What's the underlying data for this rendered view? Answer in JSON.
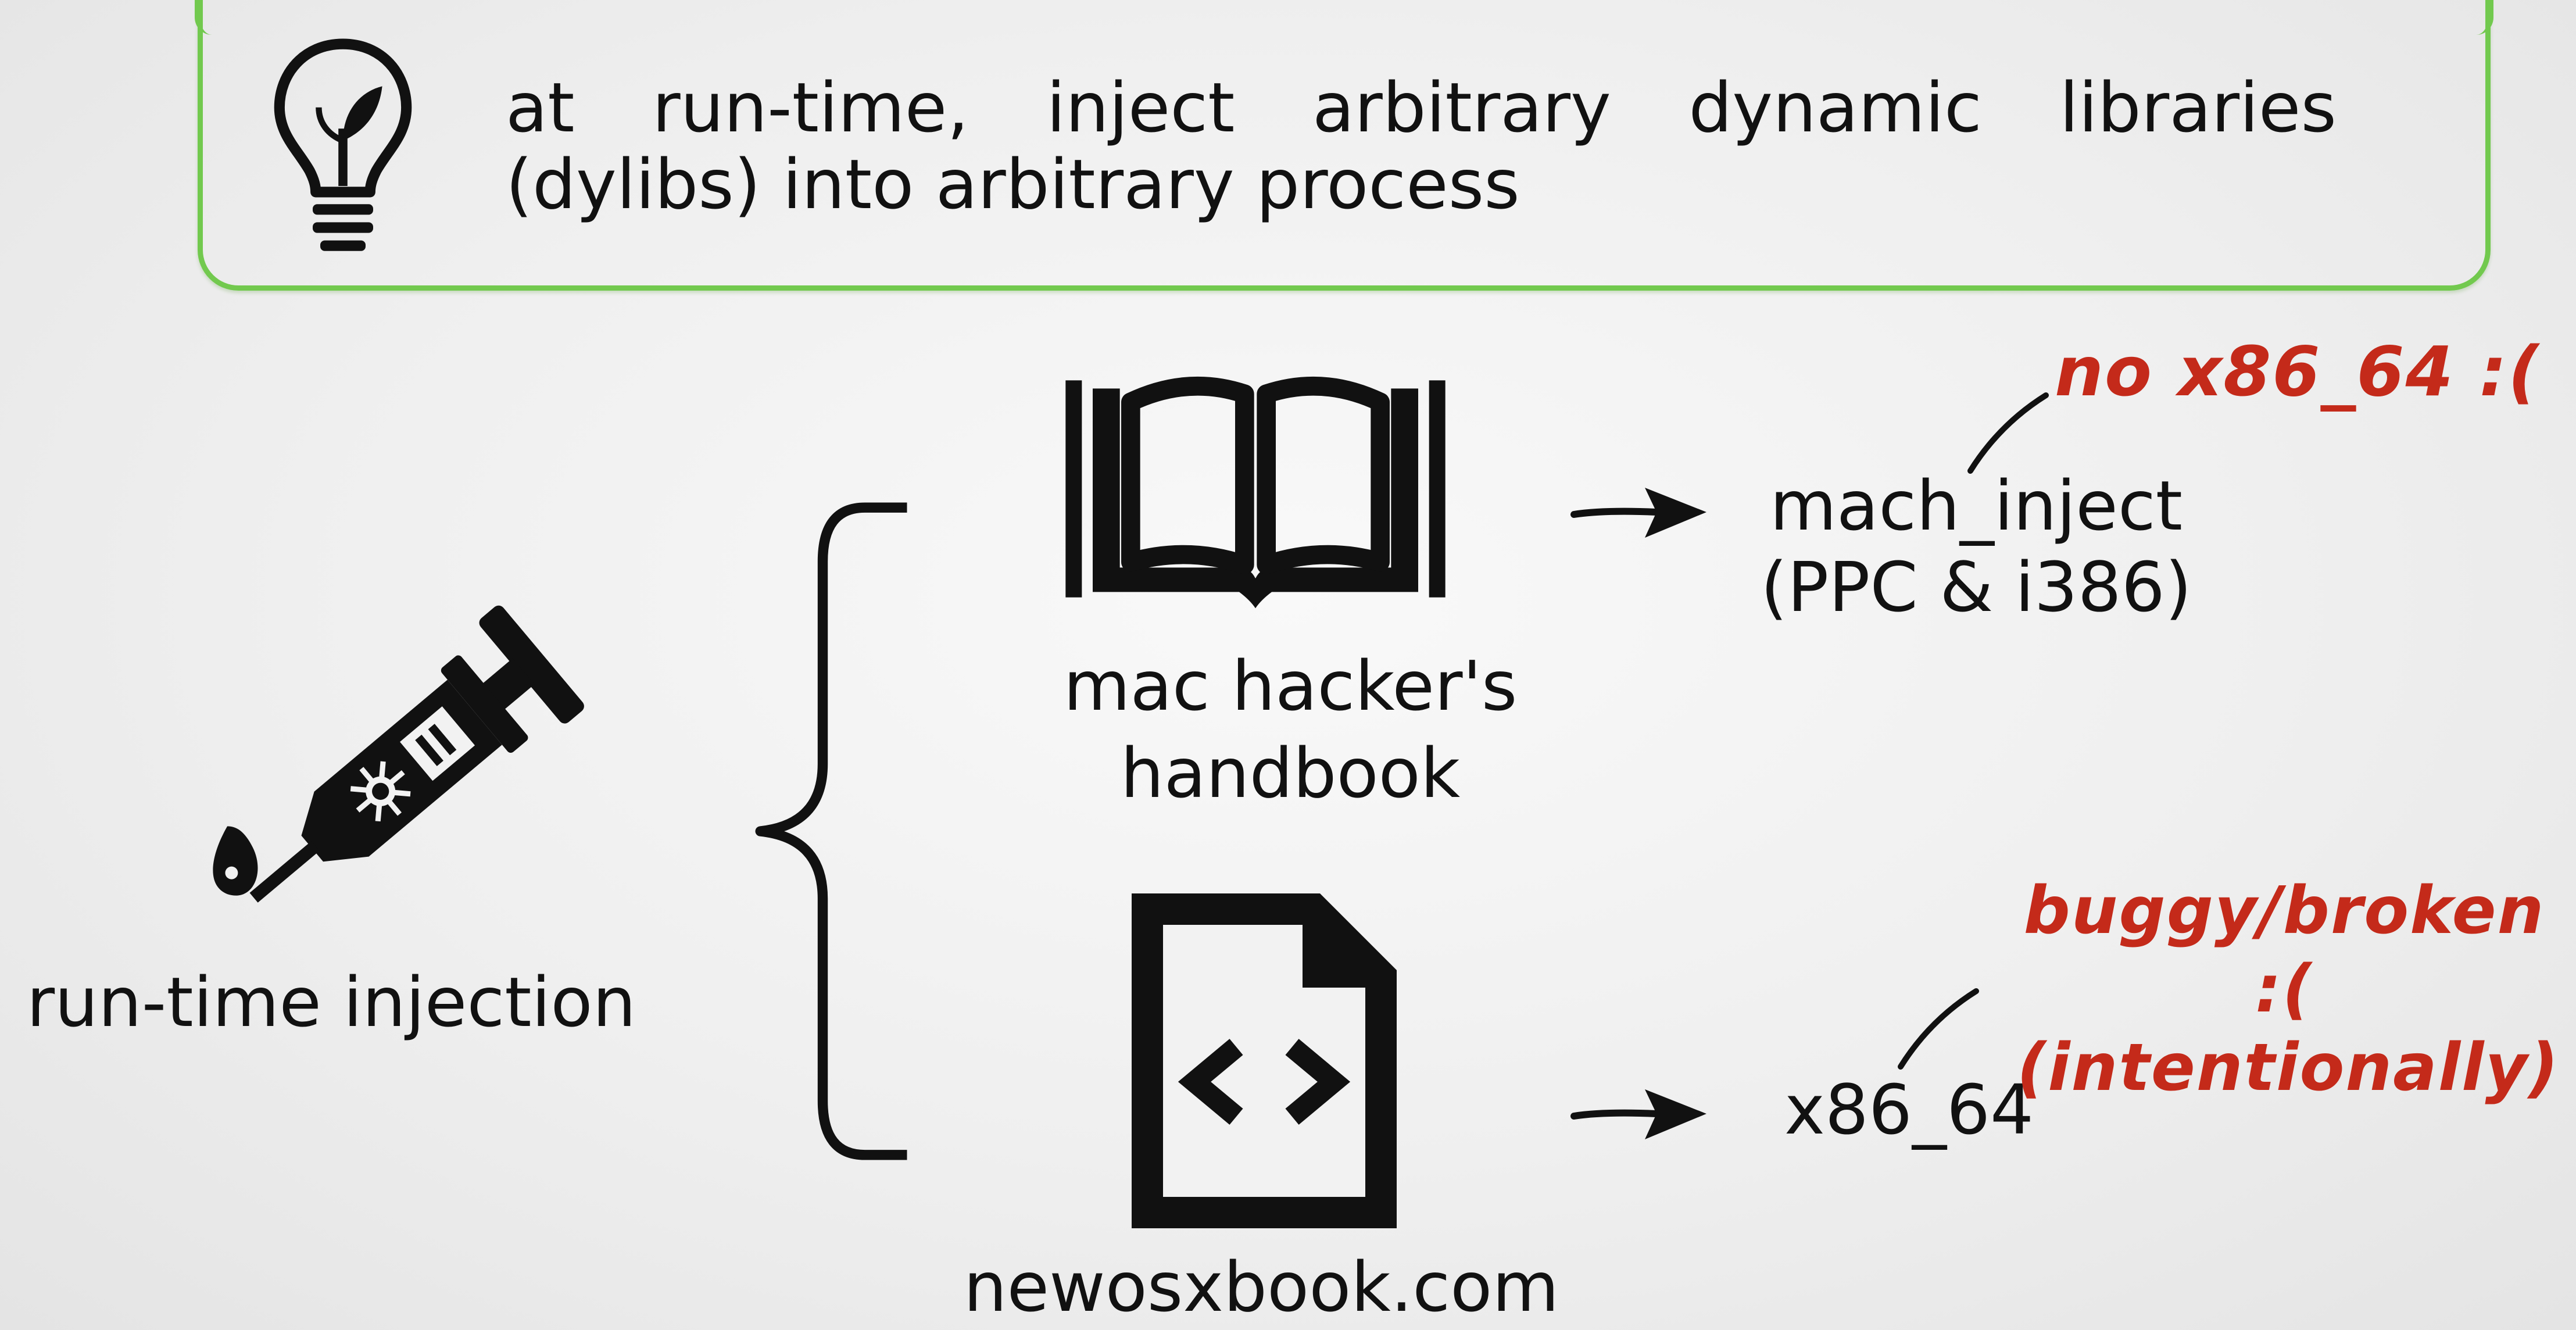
{
  "callout": {
    "line1": "at run-time, inject arbitrary dynamic libraries",
    "line2": "(dylibs) into arbitrary process",
    "icon": "lightbulb-icon"
  },
  "left": {
    "icon": "syringe-icon",
    "label": "run-time injection"
  },
  "sources": [
    {
      "icon": "book-icon",
      "label_line1": "mac hacker's",
      "label_line2": "handbook"
    },
    {
      "icon": "code-file-icon",
      "label": "newosxbook.com"
    }
  ],
  "results": {
    "top_line1": "mach_inject",
    "top_line2": "(PPC & i386)",
    "bottom": "x86_64"
  },
  "notes": {
    "top": "no x86_64 :(",
    "bottom_line1": "buggy/broken :(",
    "bottom_line2": "(intentionally)"
  },
  "colors": {
    "accent_green": "#72c94e",
    "note_red": "#c42a1a",
    "ink": "#111111"
  }
}
